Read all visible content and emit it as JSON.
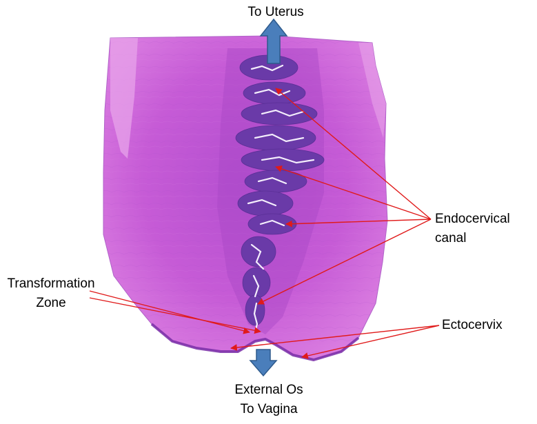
{
  "labels": {
    "top": "To Uterus",
    "bottom_line1": "External Os",
    "bottom_line2": "To Vagina",
    "endocervical_line1": "Endocervical",
    "endocervical_line2": "canal",
    "transformation_line1": "Transformation",
    "transformation_line2": "Zone",
    "ectocervix": "Ectocervix"
  },
  "colors": {
    "tissue_stroma": "#c85ad2",
    "tissue_dark": "#9b43c2",
    "glands": "#6a3aa8",
    "gland_lumen": "#f4eefc",
    "arrow_fill": "#4a7ebb",
    "arrow_stroke": "#2e5a8c",
    "pointer_lines": "#e01a1a"
  }
}
